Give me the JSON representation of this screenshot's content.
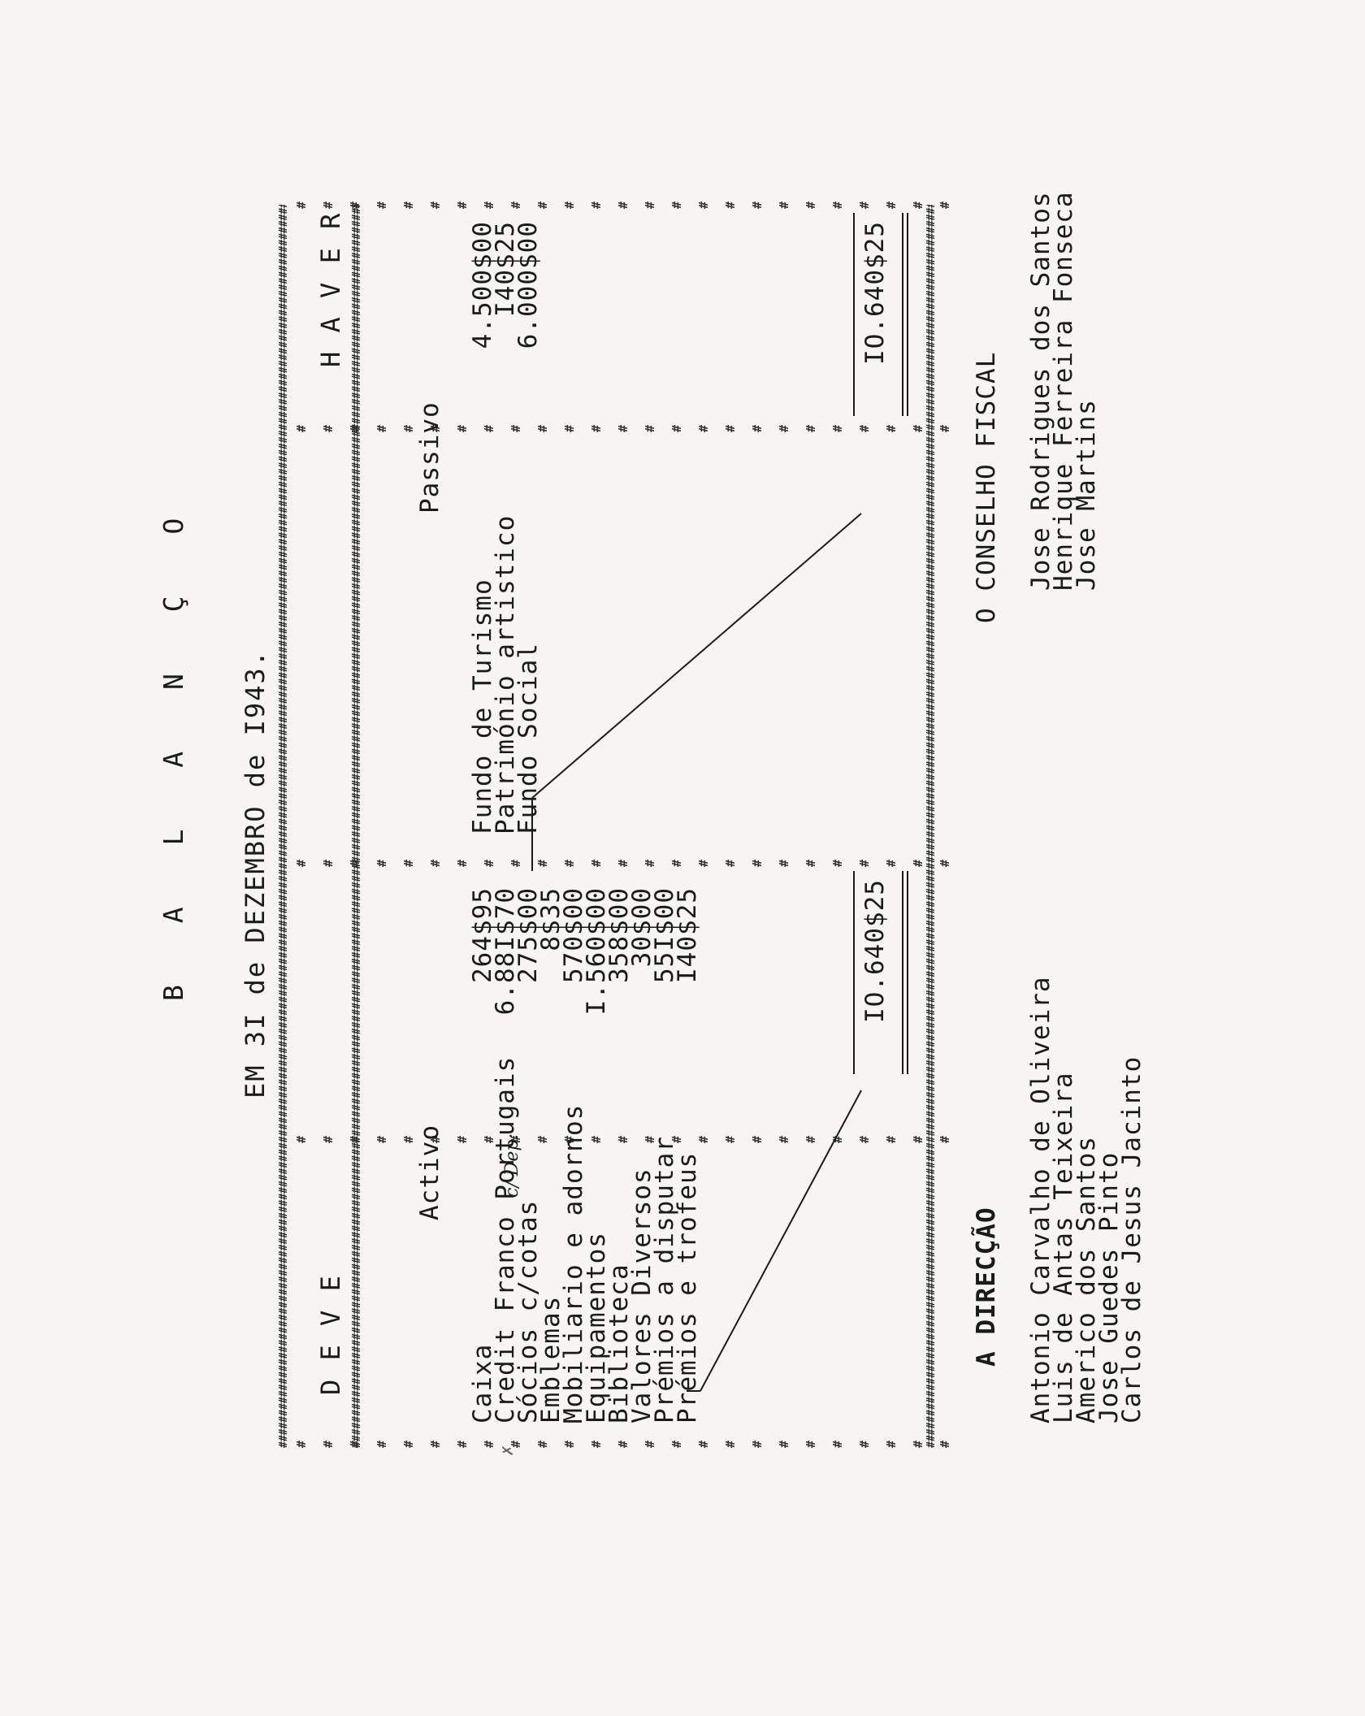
{
  "title": "B A L A N Ç O",
  "date_line": "EM 3I de DEZEMBRO de I943.",
  "deve": {
    "header": "D E V E",
    "section": "Activo",
    "items": [
      {
        "label": "Caixa",
        "value": "264$95"
      },
      {
        "label": "Credit Franco Portugais",
        "note": "c/ Dep:",
        "value": "6.88I$70"
      },
      {
        "label": "Sócios c/cotas",
        "value": "275$00"
      },
      {
        "label": "Emblemas",
        "value": "8$35"
      },
      {
        "label": "Mobiliario e adornos",
        "value": "570$00"
      },
      {
        "label": "Equipamentos",
        "value": "I.560$00"
      },
      {
        "label": "Biblioteca",
        "value": "358$00"
      },
      {
        "label": "Valores Diversos",
        "value": "30$00"
      },
      {
        "label": "Prémios a disputar",
        "value": "55I$00"
      },
      {
        "label": "Prémios e trofeus",
        "value": "I40$25"
      }
    ],
    "total": "IO.640$25"
  },
  "haver": {
    "header": "H A V E R",
    "section": "Passivo",
    "items": [
      {
        "label": "Fundo de Turismo",
        "value": "4.500$00"
      },
      {
        "label": "Património artistico",
        "value": "I40$25"
      },
      {
        "label": "Fundo Social",
        "value": "6.000$00"
      }
    ],
    "total": "IO.640$25"
  },
  "direccao": {
    "title": "A DIRECÇÃO",
    "members": [
      "Antonio Carvalho de Oliveira",
      "Luis de Antas Teixeira",
      "Americo dos Santos",
      "Jose Guedes Pinto",
      "Carlos de Jesus Jacinto"
    ]
  },
  "conselho": {
    "title": "O CONSELHO FISCAL",
    "members": [
      "Jose Rodrigues dos Santos",
      "Henrique Ferreira Fonseca",
      "Jose Martins"
    ]
  },
  "margin_mark": "✗"
}
